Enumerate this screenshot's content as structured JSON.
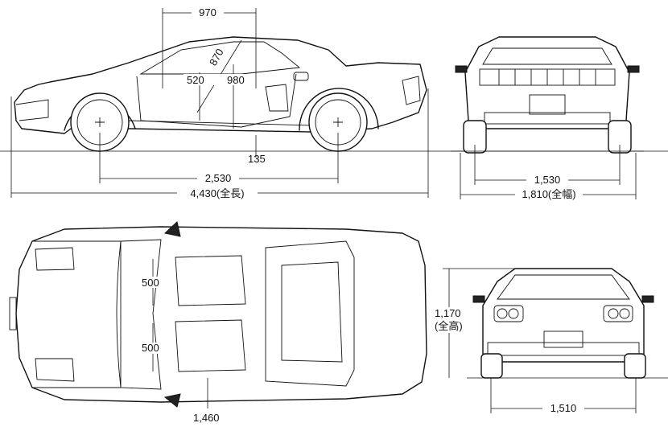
{
  "side_view": {
    "dim_roof_width": "970",
    "dim_seat_diagonal": "870",
    "dim_seat_to_pedal": "520",
    "dim_front_seat_height": "980",
    "dim_ground_clearance": "135",
    "dim_wheelbase": "2,530",
    "dim_overall_length": "4,430(全長)"
  },
  "rear_view": {
    "dim_rear_track": "1,530",
    "dim_overall_width": "1,810(全幅)"
  },
  "top_view": {
    "dim_seat_width_upper": "500",
    "dim_seat_width_lower": "500",
    "dim_front_track_label": "1,460"
  },
  "front_view": {
    "dim_overall_height": "1,170",
    "dim_overall_height_note": "(全高)",
    "dim_front_track": "1,510"
  }
}
